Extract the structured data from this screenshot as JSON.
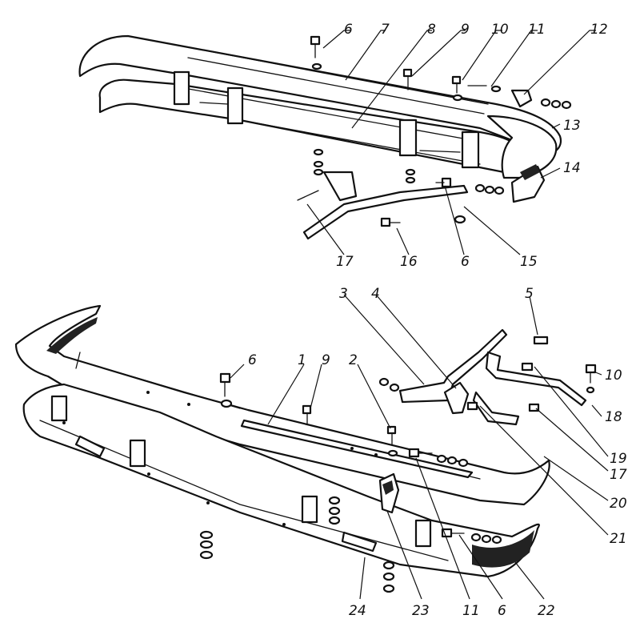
{
  "callouts": [
    {
      "id": "c6a",
      "text": "6"
    },
    {
      "id": "c7",
      "text": "7"
    },
    {
      "id": "c8",
      "text": "8"
    },
    {
      "id": "c9a",
      "text": "9"
    },
    {
      "id": "c10a",
      "text": "10"
    },
    {
      "id": "c11a",
      "text": "11"
    },
    {
      "id": "c12",
      "text": "12"
    },
    {
      "id": "c13",
      "text": "13"
    },
    {
      "id": "c14",
      "text": "14"
    },
    {
      "id": "c15",
      "text": "15"
    },
    {
      "id": "c6b",
      "text": "6"
    },
    {
      "id": "c16",
      "text": "16"
    },
    {
      "id": "c17a",
      "text": "17"
    },
    {
      "id": "c3",
      "text": "3"
    },
    {
      "id": "c4",
      "text": "4"
    },
    {
      "id": "c5",
      "text": "5"
    },
    {
      "id": "c10b",
      "text": "10"
    },
    {
      "id": "c18",
      "text": "18"
    },
    {
      "id": "c19",
      "text": "19"
    },
    {
      "id": "c17b",
      "text": "17"
    },
    {
      "id": "c20",
      "text": "20"
    },
    {
      "id": "c21",
      "text": "21"
    },
    {
      "id": "c6c",
      "text": "6"
    },
    {
      "id": "c9b",
      "text": "9"
    },
    {
      "id": "c1",
      "text": "1"
    },
    {
      "id": "c2",
      "text": "2"
    },
    {
      "id": "c24",
      "text": "24"
    },
    {
      "id": "c23",
      "text": "23"
    },
    {
      "id": "c11b",
      "text": "11"
    },
    {
      "id": "c6d",
      "text": "6"
    },
    {
      "id": "c22",
      "text": "22"
    }
  ]
}
